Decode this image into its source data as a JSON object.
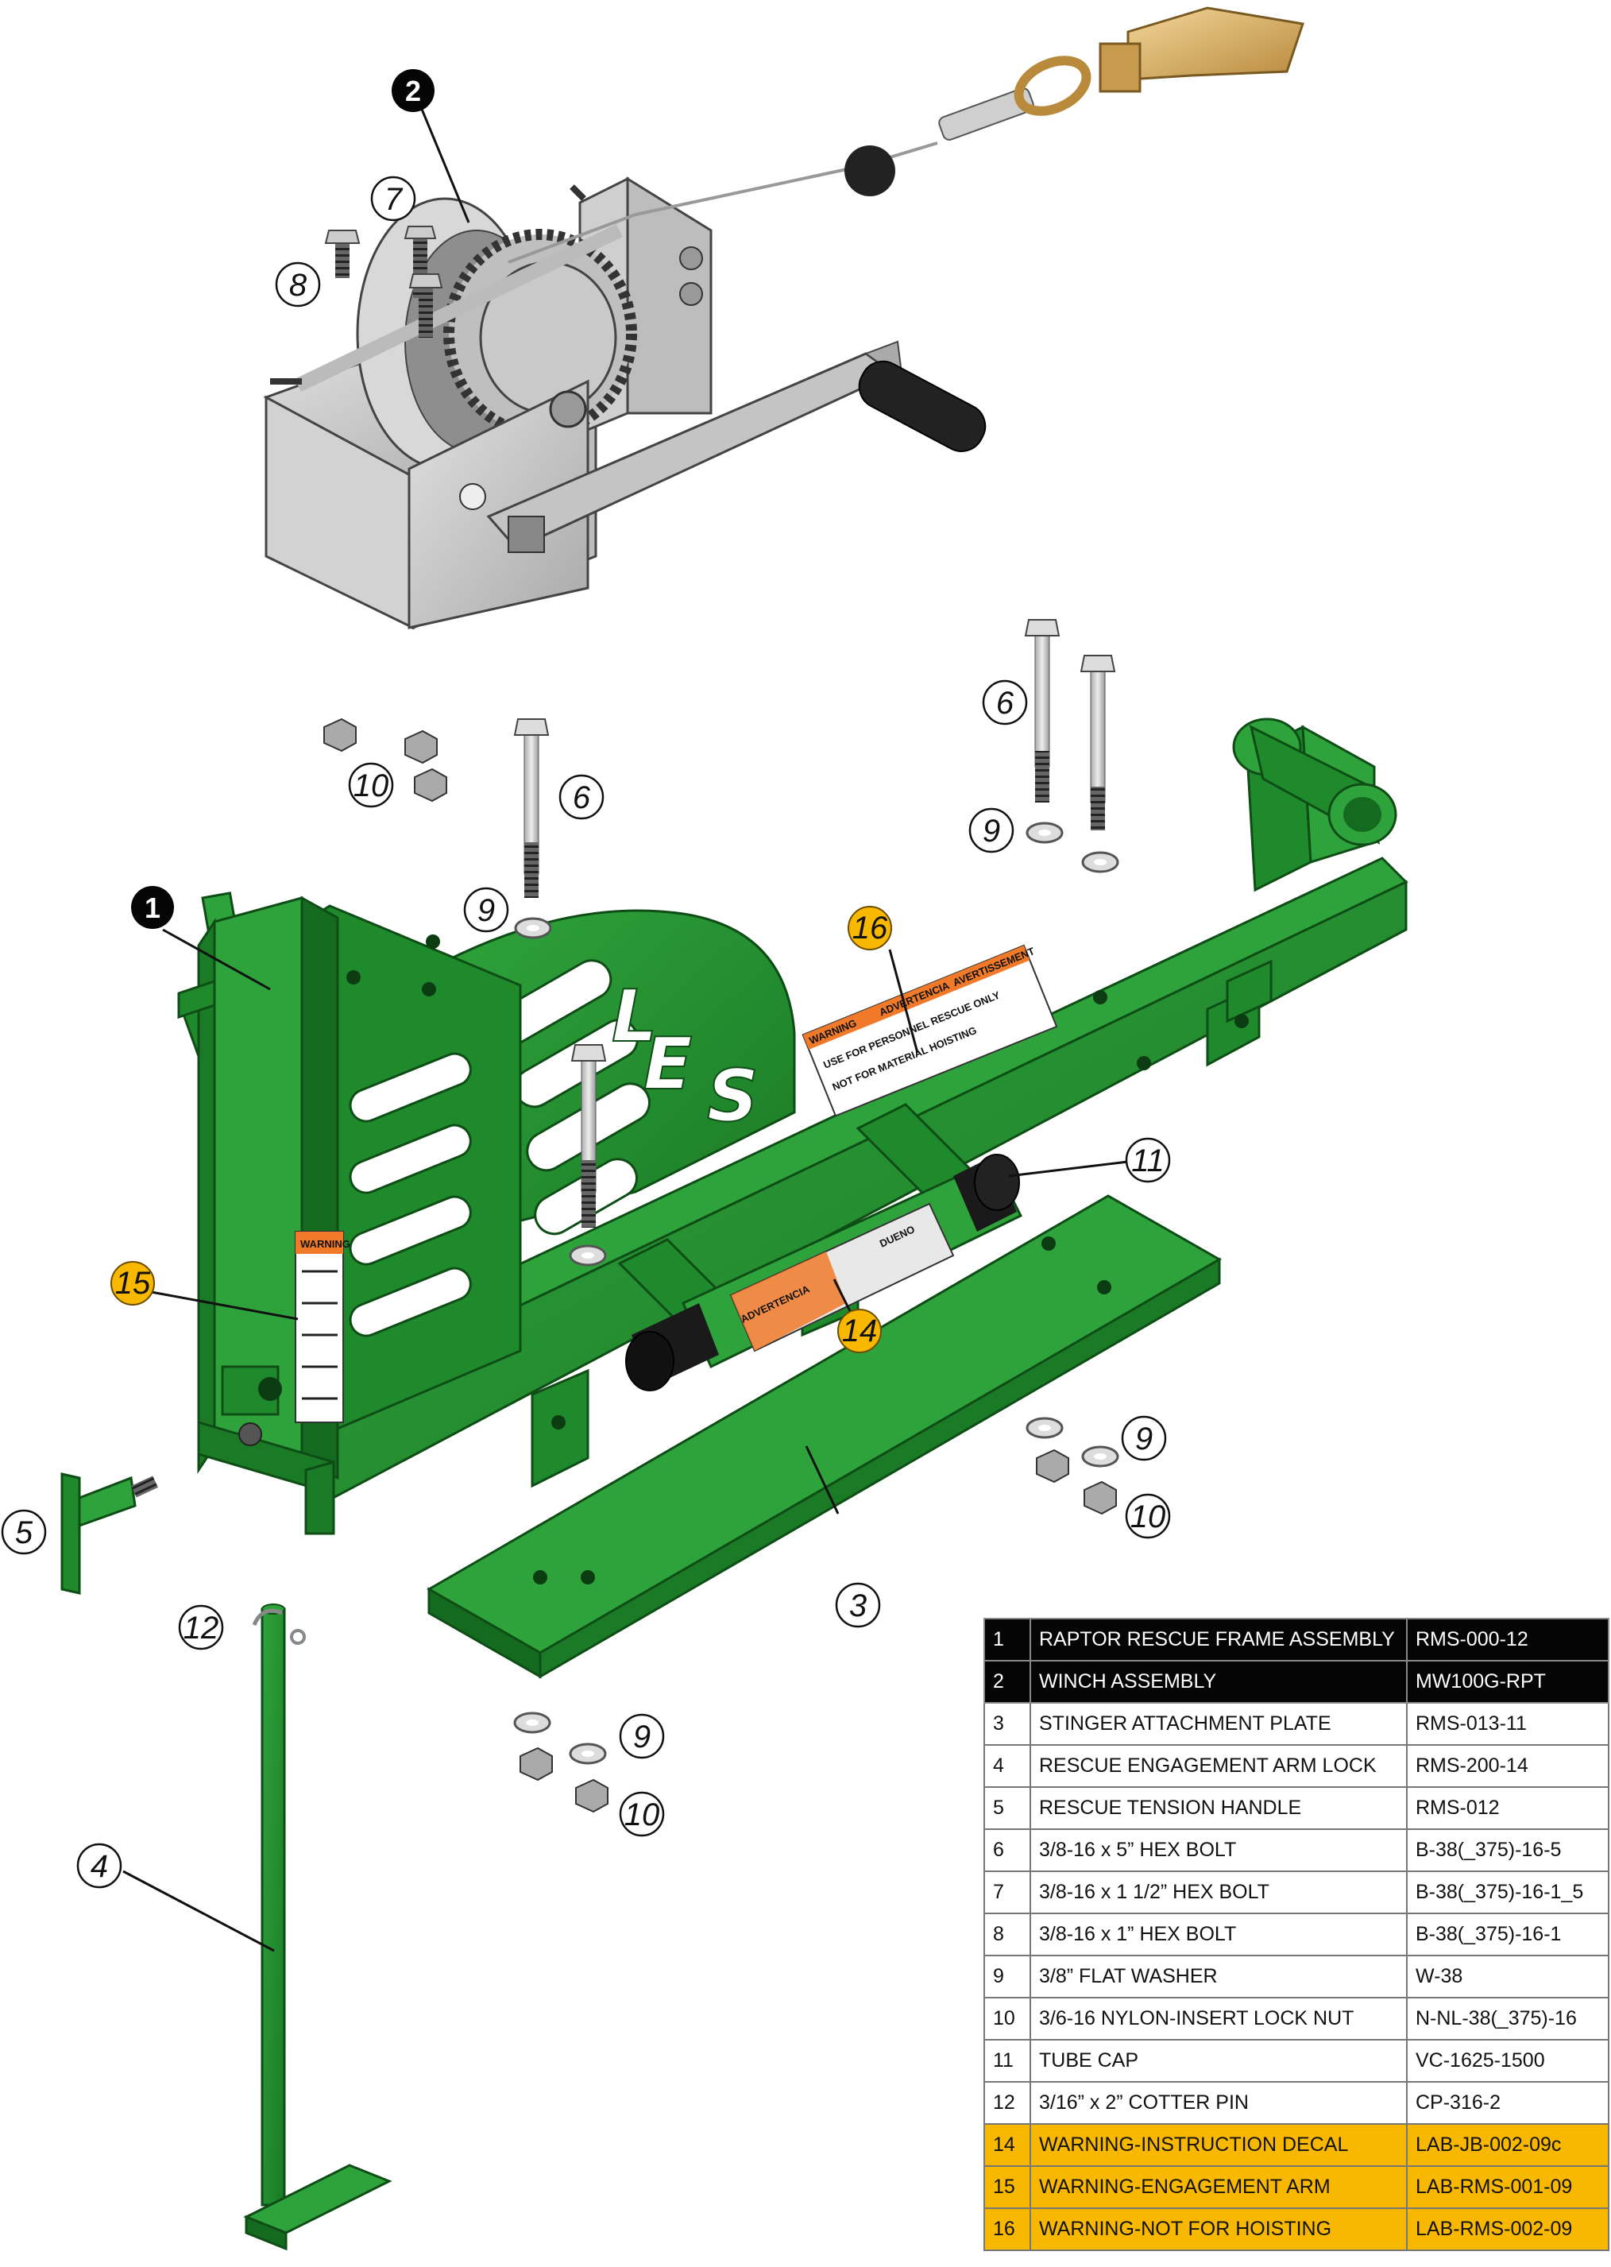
{
  "callouts": {
    "c1": "1",
    "c2": "2",
    "c3": "3",
    "c4": "4",
    "c5": "5",
    "c6a": "6",
    "c6b": "6",
    "c7": "7",
    "c8": "8",
    "c9a": "9",
    "c9b": "9",
    "c9c": "9",
    "c9d": "9",
    "c10a": "10",
    "c10b": "10",
    "c10c": "10",
    "c11": "11",
    "c12": "12",
    "c14": "14",
    "c15": "15",
    "c16": "16"
  },
  "frame_logo": {
    "l1": "L",
    "l2": "E",
    "l3": "S"
  },
  "decals": {
    "d16_a": "WARNING",
    "d16_b": "ADVERTENCIA",
    "d16_c": "AVERTISSEMENT",
    "d16_d": "USE FOR PERSONNEL RESCUE ONLY",
    "d16_e": "NOT FOR MATERIAL HOISTING",
    "d14_a": "ADVERTENCIA",
    "d14_b": "DUENO",
    "d15_a": "WARNING"
  },
  "colors": {
    "frame_green": "#1f8a2c",
    "frame_dark": "#146b1f",
    "frame_light": "#2fa33b",
    "winch_gray": "#c9c9c9",
    "highlight": "#f9b800",
    "header_black": "#050505"
  },
  "bom": {
    "rows": [
      {
        "num": "1",
        "desc": "RAPTOR RESCUE FRAME ASSEMBLY",
        "part": "RMS-000-12",
        "style": "dark"
      },
      {
        "num": "2",
        "desc": "WINCH ASSEMBLY",
        "part": "MW100G-RPT",
        "style": "dark"
      },
      {
        "num": "3",
        "desc": "STINGER ATTACHMENT PLATE",
        "part": "RMS-013-11",
        "style": "norm"
      },
      {
        "num": "4",
        "desc": "RESCUE ENGAGEMENT ARM LOCK",
        "part": "RMS-200-14",
        "style": "norm"
      },
      {
        "num": "5",
        "desc": "RESCUE TENSION HANDLE",
        "part": "RMS-012",
        "style": "norm"
      },
      {
        "num": "6",
        "desc": "3/8-16 x 5” HEX BOLT",
        "part": "B-38(_375)-16-5",
        "style": "norm"
      },
      {
        "num": "7",
        "desc": "3/8-16 x 1 1/2” HEX BOLT",
        "part": "B-38(_375)-16-1_5",
        "style": "norm"
      },
      {
        "num": "8",
        "desc": "3/8-16 x 1” HEX BOLT",
        "part": "B-38(_375)-16-1",
        "style": "norm"
      },
      {
        "num": "9",
        "desc": "3/8” FLAT WASHER",
        "part": "W-38",
        "style": "norm"
      },
      {
        "num": "10",
        "desc": "3/6-16 NYLON-INSERT LOCK NUT",
        "part": "N-NL-38(_375)-16",
        "style": "norm"
      },
      {
        "num": "11",
        "desc": "TUBE CAP",
        "part": "VC-1625-1500",
        "style": "norm"
      },
      {
        "num": "12",
        "desc": "3/16” x 2” COTTER PIN",
        "part": "CP-316-2",
        "style": "norm"
      },
      {
        "num": "14",
        "desc": "WARNING-INSTRUCTION DECAL",
        "part": "LAB-JB-002-09c",
        "style": "hl"
      },
      {
        "num": "15",
        "desc": "WARNING-ENGAGEMENT ARM",
        "part": "LAB-RMS-001-09",
        "style": "hl"
      },
      {
        "num": "16",
        "desc": "WARNING-NOT FOR HOISTING",
        "part": "LAB-RMS-002-09",
        "style": "hl"
      }
    ]
  }
}
